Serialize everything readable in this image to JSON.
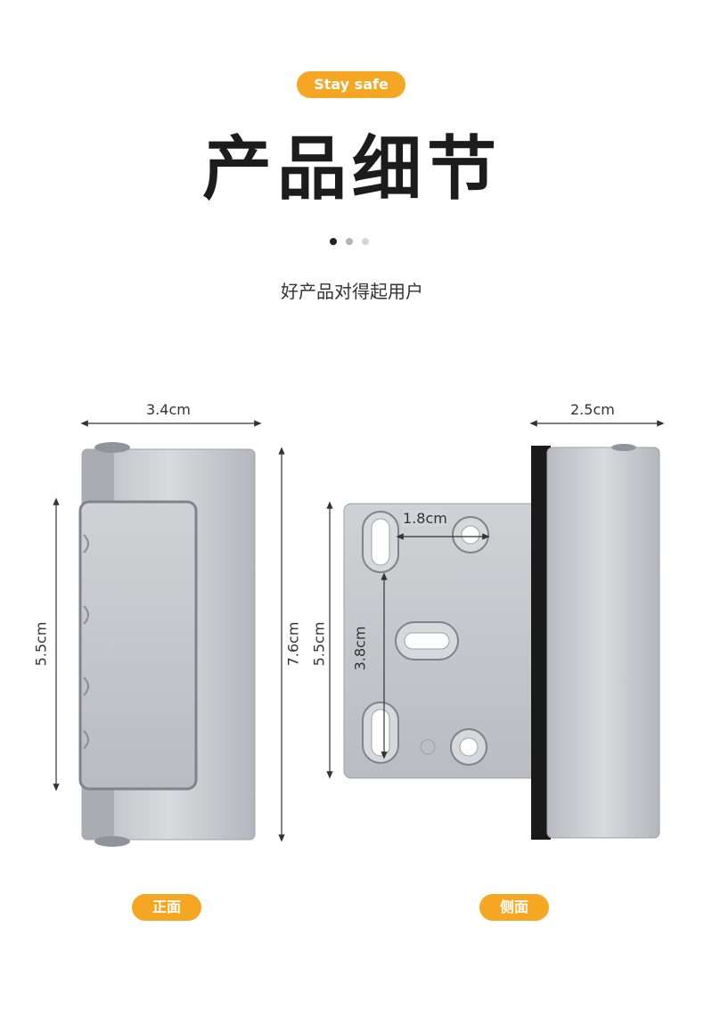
{
  "header": {
    "tag": "Stay safe",
    "title": "产品细节",
    "subtitle": "好产品对得起用户"
  },
  "pager": {
    "count": 3,
    "active": 0
  },
  "front": {
    "label": "正面",
    "width": "3.4cm",
    "inner_height": "5.5cm",
    "total_height": "7.6cm"
  },
  "side": {
    "label": "侧面",
    "width": "2.5cm",
    "hole_spacing_h": "1.8cm",
    "hole_spacing_v": "3.8cm",
    "plate_height": "5.5cm"
  },
  "colors": {
    "accent": "#f5a623",
    "metal": "#c9ccd1",
    "metal_dark": "#9da1a8",
    "text": "#222222"
  }
}
